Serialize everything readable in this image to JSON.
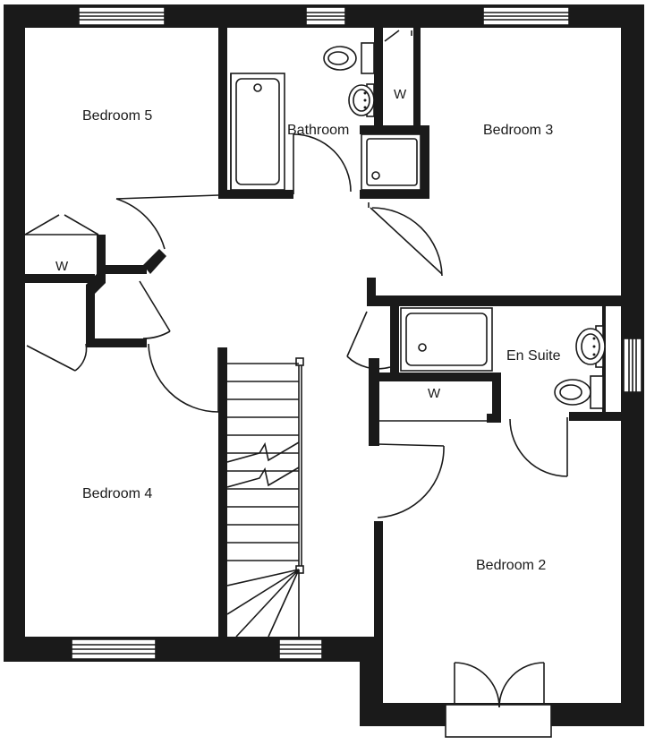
{
  "rooms": {
    "bedroom5": "Bedroom 5",
    "bathroom": "Bathroom",
    "bedroom3": "Bedroom 3",
    "wardrobe_left": "W",
    "wardrobe_bath": "W",
    "en_suite": "En Suite",
    "wardrobe_ensuite": "W",
    "bedroom4": "Bedroom 4",
    "bedroom2": "Bedroom 2"
  },
  "colors": {
    "wall": "#1a1a1a",
    "background": "#ffffff"
  }
}
